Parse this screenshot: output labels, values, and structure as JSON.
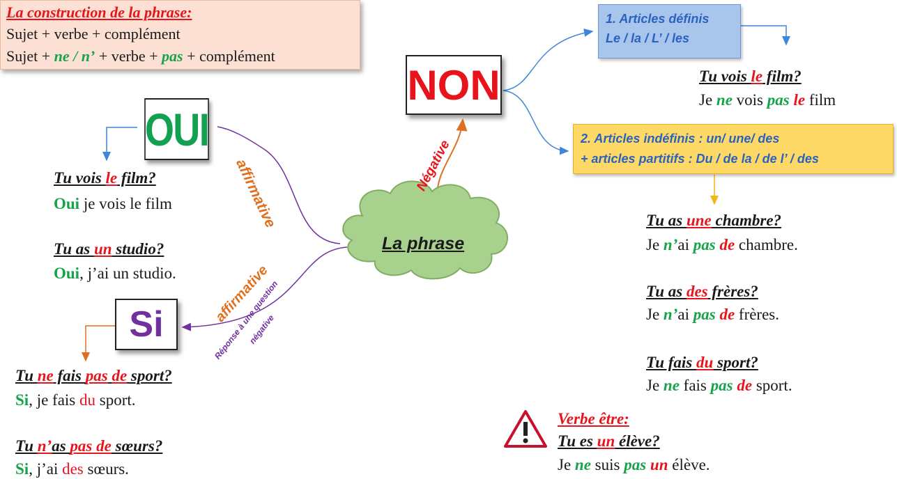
{
  "construction": {
    "title": "La construction de la phrase:",
    "line1": "Sujet + verbe + complément",
    "line2": {
      "a": "Sujet + ",
      "ne": "ne / n’",
      "b": " + verbe + ",
      "pas": "pas",
      "c": " + complément"
    }
  },
  "center": {
    "label": "La phrase"
  },
  "oui": {
    "box_label": "OUI",
    "branch_label": "affirmative",
    "q1": {
      "a": "Tu vois ",
      "art": "le",
      "b": " film?"
    },
    "a1": {
      "oui": "Oui",
      "rest": " je vois le film"
    },
    "q2": {
      "a": "Tu as ",
      "art": "un",
      "b": " studio?"
    },
    "a2": {
      "oui": "Oui",
      "rest": ", j’ai un studio."
    }
  },
  "si": {
    "box_label": "Si",
    "branch_label": "affirmative",
    "branch_sublabel_1": "Réponse à une question",
    "branch_sublabel_2": "négative",
    "q1": {
      "a": "Tu ",
      "ne": "ne",
      "b": " fais ",
      "pas": "pas",
      "c": " ",
      "de": "de",
      "d": " sport?"
    },
    "a1": {
      "si": "Si",
      "b": ", je fais ",
      "du": "du",
      "c": " sport."
    },
    "q2": {
      "a": "Tu ",
      "ne": "n’",
      "b": "as ",
      "pas": "pas de",
      "c": " sœurs?"
    },
    "a2": {
      "si": "Si",
      "b": ", j’ai ",
      "des": "des",
      "c": " sœurs."
    }
  },
  "non": {
    "box_label": "NON",
    "branch_label": "Négative",
    "definis": {
      "line1": "1. Articles définis",
      "line2": "Le / la / L’ / les"
    },
    "indefinis": {
      "line1": "2. Articles indéfinis : un/ une/ des",
      "line2": "+ articles partitifs : Du / de la / de l’ / des"
    },
    "ex1": {
      "q_a": "Tu vois ",
      "q_art": "le",
      "q_b": " film?",
      "r_a": "Je ",
      "r_ne": "ne",
      "r_b": " vois ",
      "r_pas": "pas",
      "r_c": " ",
      "r_le": "le",
      "r_d": " film"
    },
    "ex2": {
      "q_a": "Tu as ",
      "q_art": "une",
      "q_b": " chambre?",
      "r_a": "Je ",
      "r_ne": "n’",
      "r_b": "ai ",
      "r_pas": "pas",
      "r_c": " ",
      "r_de": "de",
      "r_d": " chambre."
    },
    "ex3": {
      "q_a": "Tu as ",
      "q_art": "des",
      "q_b": " frères?",
      "r_a": "Je ",
      "r_ne": "n’",
      "r_b": "ai ",
      "r_pas": "pas",
      "r_c": " ",
      "r_de": "de",
      "r_d": " frères."
    },
    "ex4": {
      "q_a": "Tu fais ",
      "q_art": "du",
      "q_b": " sport?",
      "r_a": "Je ",
      "r_ne": "ne",
      "r_b": " fais ",
      "r_pas": "pas",
      "r_c": " ",
      "r_de": "de",
      "r_d": " sport."
    }
  },
  "etre": {
    "title": "Verbe être:",
    "q": {
      "a": "Tu es ",
      "art": "un",
      "b": " élève?"
    },
    "r": {
      "a": "Je ",
      "ne": "ne",
      "b": " suis ",
      "pas": "pas",
      "c": " ",
      "un": "un",
      "d": " élève."
    }
  },
  "colors": {
    "red": "#e8141c",
    "green": "#16a34a",
    "purple": "#7030a0",
    "orange": "#e0701f",
    "blue": "#2b62c0",
    "cloud": "#a9d18e"
  }
}
